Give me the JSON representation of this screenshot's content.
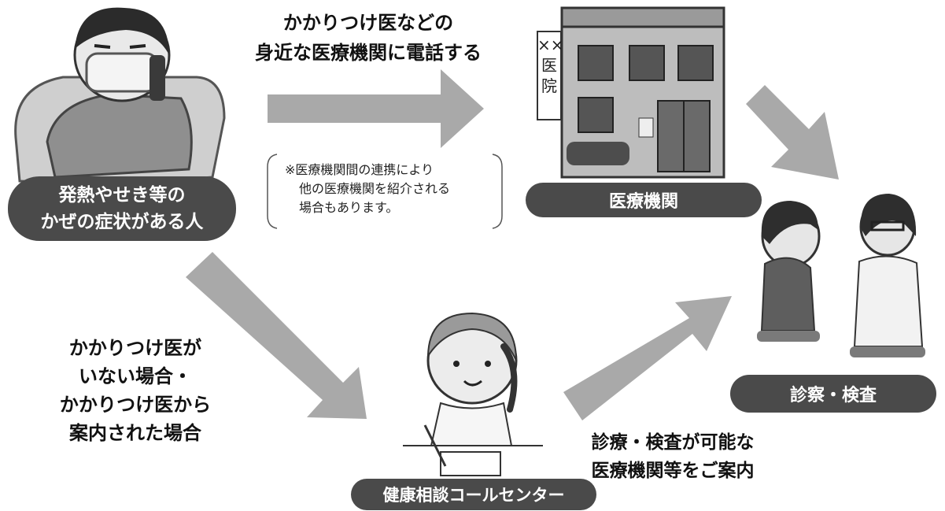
{
  "step_top": {
    "line1": "かかりつけ医などの",
    "line2": "身近な医療機関に電話する"
  },
  "note": {
    "line1": "※医療機関間の連携により",
    "line2": "他の医療機関を紹介される",
    "line3": "場合もあります。"
  },
  "patient": {
    "line1": "発熱やせき等の",
    "line2": "かぜの症状がある人"
  },
  "clinic": {
    "sign1": "××",
    "sign2": "医",
    "sign3": "院",
    "label": "医療機関"
  },
  "exam": {
    "label": "診察・検査"
  },
  "condition_left": {
    "line1": "かかりつけ医が",
    "line2": "いない場合・",
    "line3": "かかりつけ医から",
    "line4": "案内された場合"
  },
  "guidance_right": {
    "line1": "診療・検査が可能な",
    "line2": "医療機関等をご案内"
  },
  "call_center": {
    "label": "健康相談コールセンター"
  }
}
